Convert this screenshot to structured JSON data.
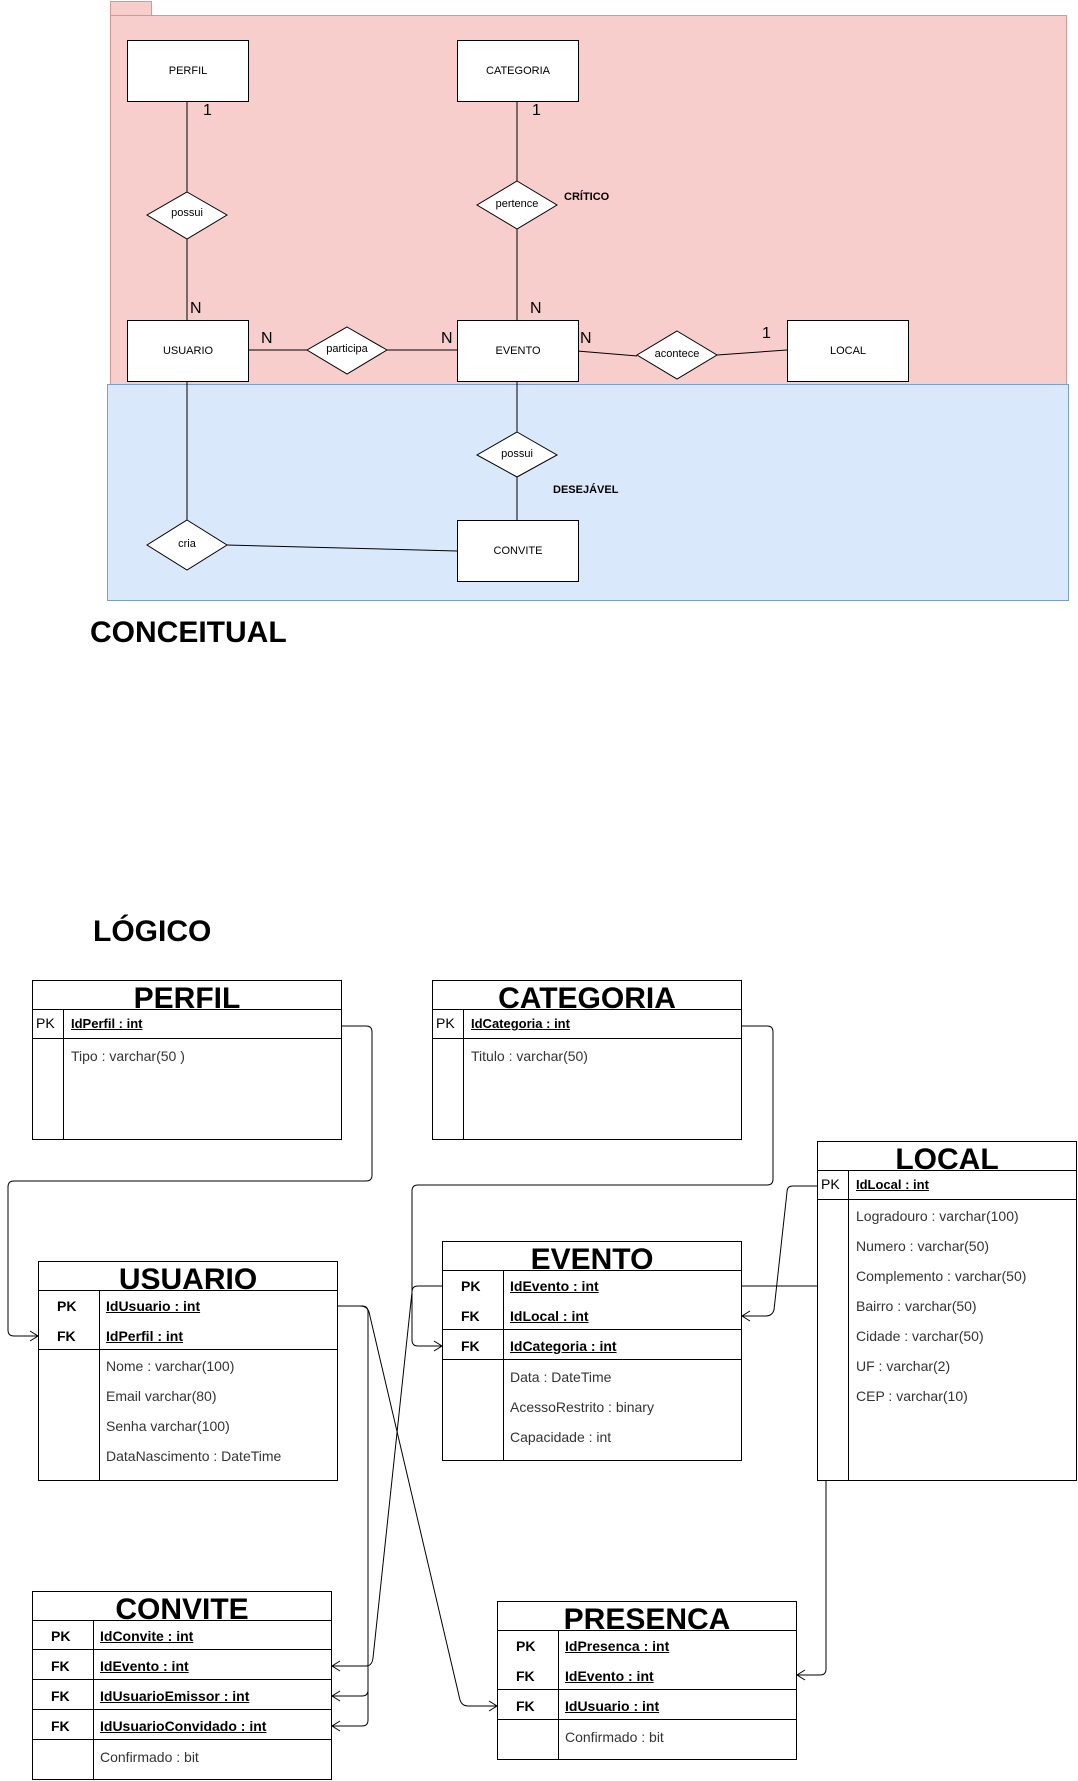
{
  "conceptual": {
    "heading": "CONCEITUAL",
    "entities": {
      "perfil": "PERFIL",
      "categoria": "CATEGORIA",
      "usuario": "USUARIO",
      "evento": "EVENTO",
      "local": "LOCAL",
      "convite": "CONVITE"
    },
    "relationships": {
      "possui_perfil": "possui",
      "pertence": "pertence",
      "participa": "participa",
      "acontece": "acontece",
      "possui_convite": "possui",
      "cria": "cria"
    },
    "zone_labels": {
      "critical": "CRÍTICO",
      "desirable": "DESEJÁVEL"
    },
    "cardinalities": {
      "perfil_1": "1",
      "usuario_n_top": "N",
      "categoria_1": "1",
      "evento_n_top": "N",
      "usuario_n_right": "N",
      "evento_n_left": "N",
      "evento_n_right": "N",
      "local_1": "1"
    },
    "colors": {
      "critical_zone": "#f8cecc",
      "desirable_zone": "#dae8fc"
    }
  },
  "logical": {
    "heading": "LÓGICO",
    "tables": {
      "perfil": {
        "name": "PERFIL",
        "keys": [
          {
            "k": "PK",
            "f": "IdPerfil : int"
          }
        ],
        "attrs": [
          "Tipo : varchar(50 )"
        ]
      },
      "categoria": {
        "name": "CATEGORIA",
        "keys": [
          {
            "k": "PK",
            "f": "IdCategoria : int"
          }
        ],
        "attrs": [
          "Titulo : varchar(50)"
        ]
      },
      "local": {
        "name": "LOCAL",
        "keys": [
          {
            "k": "PK",
            "f": "IdLocal : int"
          }
        ],
        "attrs": [
          "Logradouro :  varchar(100)",
          "Numero : varchar(50)",
          "Complemento : varchar(50)",
          "Bairro : varchar(50)",
          "Cidade : varchar(50)",
          "UF : varchar(2)",
          "CEP : varchar(10)"
        ]
      },
      "usuario": {
        "name": "USUARIO",
        "keys": [
          {
            "k": "PK",
            "f": "IdUsuario : int"
          },
          {
            "k": "FK",
            "f": "IdPerfil : int"
          }
        ],
        "attrs": [
          "Nome : varchar(100)",
          "Email varchar(80)",
          "Senha varchar(100)",
          "DataNascimento : DateTime"
        ]
      },
      "evento": {
        "name": "EVENTO",
        "keys": [
          {
            "k": "PK",
            "f": "IdEvento : int"
          },
          {
            "k": "FK",
            "f": "IdLocal : int"
          },
          {
            "k": "FK",
            "f": "IdCategoria : int"
          }
        ],
        "attrs": [
          "Data : DateTime",
          "AcessoRestrito : binary",
          "Capacidade : int"
        ]
      },
      "convite": {
        "name": "CONVITE",
        "keys": [
          {
            "k": "PK",
            "f": "IdConvite : int"
          },
          {
            "k": "FK",
            "f": "IdEvento : int"
          },
          {
            "k": "FK",
            "f": "IdUsuarioEmissor : int"
          },
          {
            "k": "FK",
            "f": "IdUsuarioConvidado : int"
          }
        ],
        "attrs": [
          "Confirmado : bit"
        ]
      },
      "presenca": {
        "name": "PRESENCA",
        "keys": [
          {
            "k": "PK",
            "f": "IdPresenca : int"
          },
          {
            "k": "FK",
            "f": "IdEvento : int"
          },
          {
            "k": "FK",
            "f": "IdUsuario : int"
          }
        ],
        "attrs": [
          "Confirmado : bit"
        ]
      }
    }
  }
}
